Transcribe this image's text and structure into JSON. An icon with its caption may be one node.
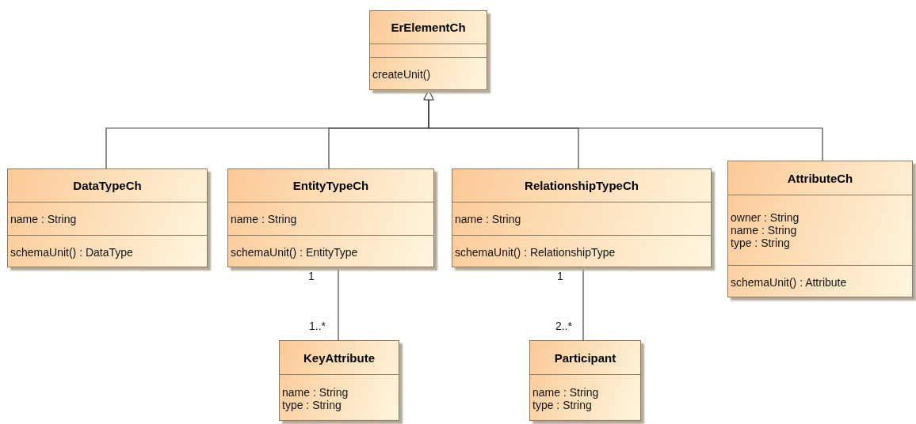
{
  "diagram": {
    "nodes": [
      {
        "text": [
          "ErElementCh",
          "createUnit()"
        ]
      },
      {
        "text": [
          "DataTypeCh",
          "name : String",
          "schemaUnit() : DataType"
        ]
      },
      {
        "text": [
          "EntityTypeCh",
          "name : String",
          "schemaUnit() : EntityType"
        ]
      },
      {
        "text": [
          "RelationshipTypeCh",
          "name : String",
          "schemaUnit() : RelationshipType"
        ]
      },
      {
        "text": [
          "AttributeCh",
          "owner : String",
          "name : String",
          "type : String",
          "schemaUnit() : Attribute"
        ]
      },
      {
        "text": [
          "KeyAttribute",
          "name : String",
          "type : String"
        ]
      },
      {
        "text": [
          "Participant",
          "name : String",
          "type : String"
        ]
      }
    ],
    "edges": [
      {
        "from": 1,
        "to": 0,
        "arrow": "to"
      },
      {
        "from": 2,
        "to": 0,
        "arrow": "to"
      },
      {
        "from": 3,
        "to": 0,
        "arrow": "to"
      },
      {
        "from": 4,
        "to": 0,
        "arrow": "to"
      },
      {
        "from": 2,
        "to": 5,
        "arrow": "none"
      },
      {
        "from": 3,
        "to": 6,
        "arrow": "none"
      }
    ],
    "labels": [
      "1",
      "1..*",
      "1",
      "2..*"
    ]
  }
}
